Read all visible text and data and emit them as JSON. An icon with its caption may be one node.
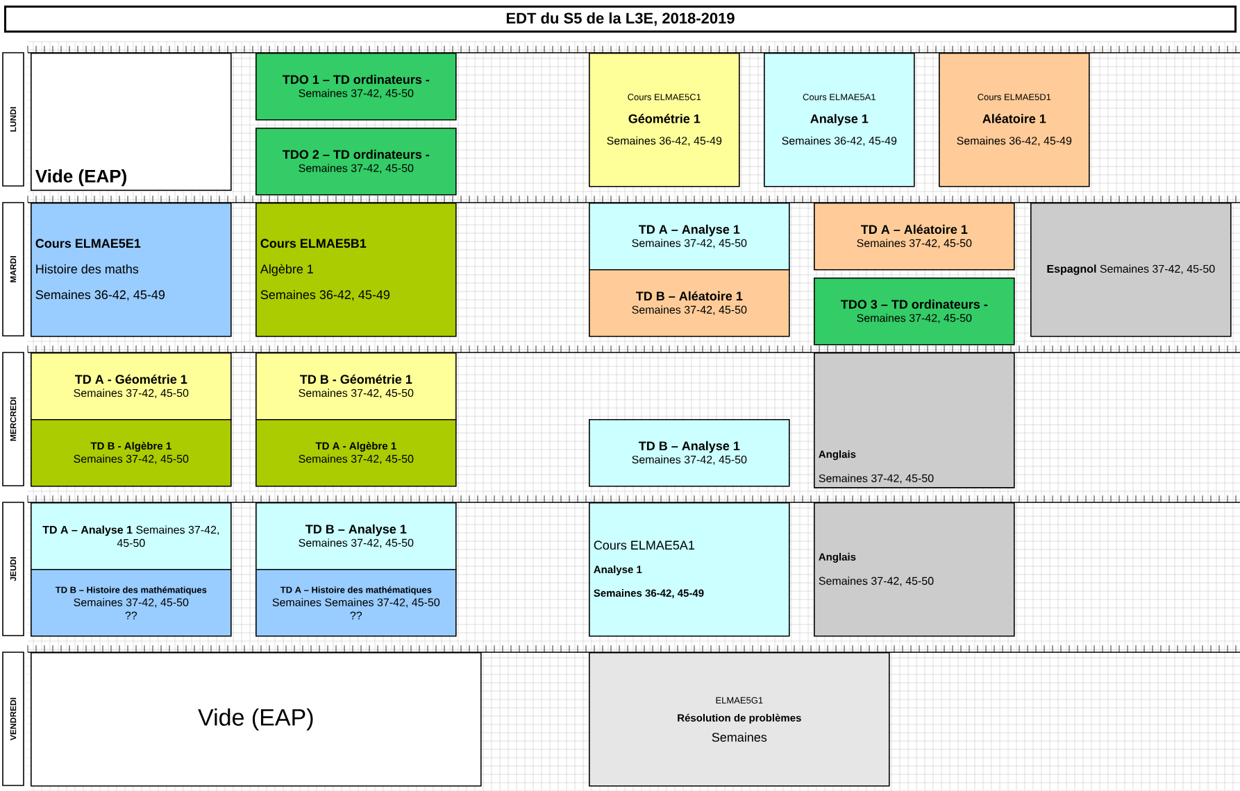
{
  "diagram": {
    "title": "EDT du S5 de la L3E, 2018-2019",
    "nodes": [
      {
        "text": [
          "LUNDI"
        ]
      },
      {
        "text": [
          "Vide (EAP)"
        ]
      },
      {
        "text": [
          "TDO 1 – TD ordinateurs -",
          "Semaines 37-42, 45-50"
        ]
      },
      {
        "text": [
          "TDO 2 – TD ordinateurs -",
          "Semaines 37-42, 45-50"
        ]
      },
      {
        "text": [
          "Cours ELMAE5C1",
          "Géométrie 1",
          "Semaines 36-42, 45-49"
        ]
      },
      {
        "text": [
          "Cours ELMAE5A1",
          "Analyse 1",
          "Semaines 36-42, 45-49"
        ]
      },
      {
        "text": [
          "Cours ELMAE5D1",
          "Aléatoire 1",
          "Semaines 36-42, 45-49"
        ]
      },
      {
        "text": [
          "MARDI"
        ]
      },
      {
        "text": [
          "Cours ELMAE5E1",
          "Histoire des maths",
          "Semaines 36-42, 45-49"
        ]
      },
      {
        "text": [
          "Cours ELMAE5B1",
          "Algèbre 1",
          "Semaines 36-42, 45-49"
        ]
      },
      {
        "text": [
          "TD A – Analyse 1",
          "Semaines 37-42, 45-50"
        ]
      },
      {
        "text": [
          "TD B – Aléatoire 1",
          "Semaines 37-42, 45-50"
        ]
      },
      {
        "text": [
          "TD A – Aléatoire 1",
          "Semaines 37-42, 45-50"
        ]
      },
      {
        "text": [
          "TDO 3 – TD ordinateurs -",
          "Semaines 37-42, 45-50"
        ]
      },
      {
        "text": [
          "**Espagnol** Semaines 37-42, 45-50"
        ]
      },
      {
        "text": [
          "MERCREDI"
        ]
      },
      {
        "text": [
          "TD A - Géométrie 1",
          "Semaines 37-42, 45-50"
        ]
      },
      {
        "text": [
          "TD B - Algèbre 1",
          "Semaines 37-42, 45-50"
        ]
      },
      {
        "text": [
          "TD B - Géométrie 1",
          "Semaines 37-42, 45-50"
        ]
      },
      {
        "text": [
          "TD A - Algèbre 1",
          "Semaines 37-42, 45-50"
        ]
      },
      {
        "text": [
          "TD B – Analyse 1",
          "Semaines 37-42, 45-50"
        ]
      },
      {
        "text": [
          "Anglais",
          "Semaines 37-42, 45-50"
        ]
      },
      {
        "text": [
          "JEUDI"
        ]
      },
      {
        "text": [
          "**TD A – Analyse 1** Semaines 37-42, 45-50"
        ]
      },
      {
        "text": [
          "TD B – Histoire des mathématiques",
          "Semaines 37-42, 45-50",
          "??"
        ]
      },
      {
        "text": [
          "TD B – Analyse 1",
          "Semaines 37-42, 45-50"
        ]
      },
      {
        "text": [
          "TD A – Histoire des mathématiques",
          "Semaines Semaines 37-42, 45-50",
          "??"
        ]
      },
      {
        "text": [
          "Cours ELMAE5A1",
          "Analyse 1",
          "Semaines 36-42, 45-49"
        ]
      },
      {
        "text": [
          "Anglais",
          "Semaines 37-42, 45-50"
        ]
      },
      {
        "text": [
          "VENDREDI"
        ]
      },
      {
        "text": [
          "Vide (EAP)"
        ]
      },
      {
        "text": [
          "ELMAE5G1",
          "Résolution de problèmes",
          "Semaines"
        ]
      }
    ]
  }
}
